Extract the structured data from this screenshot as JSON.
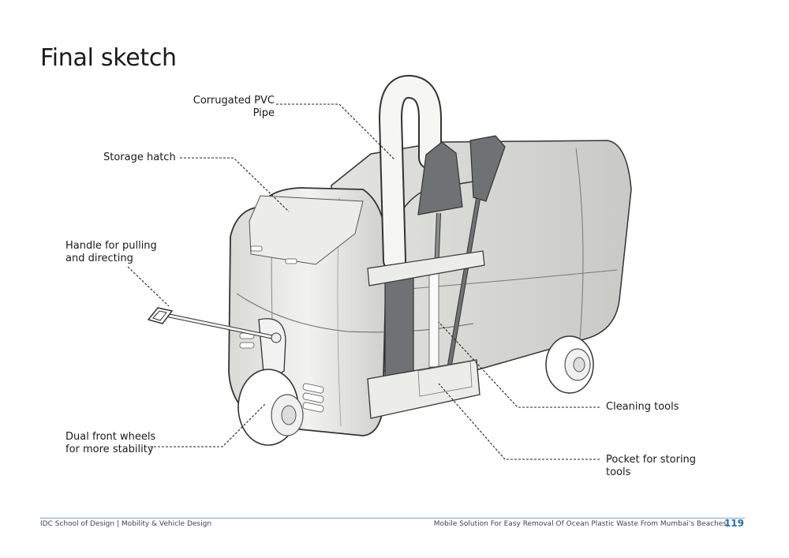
{
  "page": {
    "title": "Final sketch"
  },
  "callouts": {
    "pipe": "Corrugated PVC\nPipe",
    "hatch": "Storage hatch",
    "handle": "Handle for pulling\nand directing",
    "wheels": "Dual front wheels\nfor more stability",
    "cleaning": "Cleaning tools",
    "pocket": "Pocket for storing\ntools"
  },
  "footer": {
    "left": "IDC School of Design | Mobility & Vehicle Design",
    "right": "Mobile Solution For Easy Removal Of Ocean Plastic Waste From Mumbai's Beaches",
    "page_number": "119"
  },
  "colors": {
    "accent": "#1f6fae",
    "rule": "#7aa7c9",
    "body_fill": "#e6e6e4",
    "tool_fill": "#6f7172"
  }
}
